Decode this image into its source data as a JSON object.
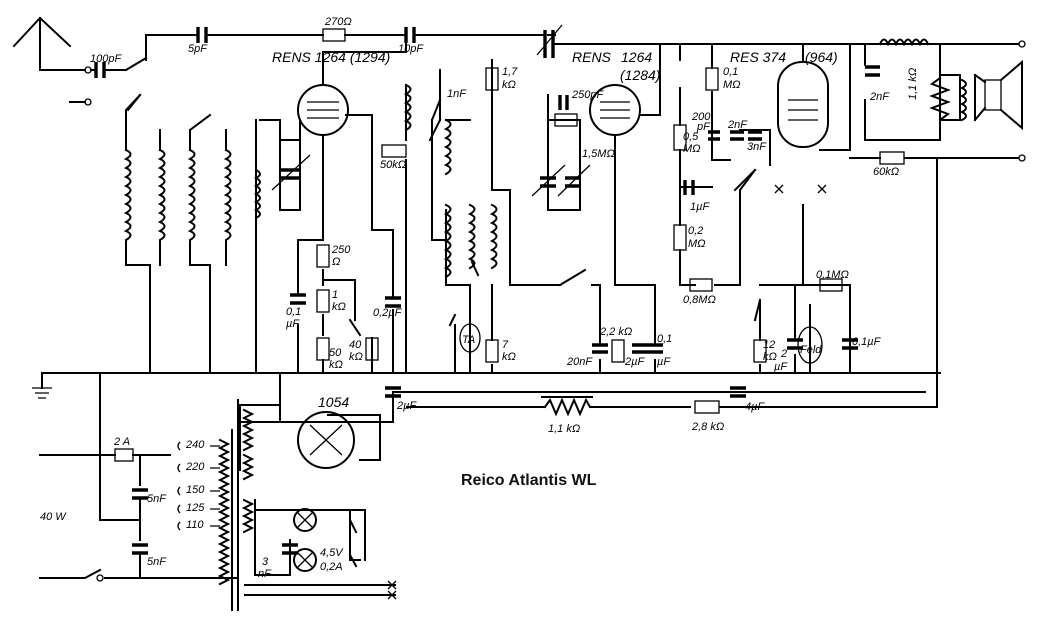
{
  "title": "Reico Atlantis WL",
  "tubes": {
    "v1": "RENS 1264 (1294)",
    "v2_a": "RENS",
    "v2_b": "1264",
    "v2_c": "(1284)",
    "v3_a": "RES 374",
    "v3_b": "(964)",
    "rect": "1054"
  },
  "values": {
    "c100p": "100pF",
    "c5p": "5pF",
    "r270": "270Ω",
    "c10p": "10pF",
    "r17k": "1,7",
    "r17k_u": "kΩ",
    "c1n_a": "1nF",
    "c250p": "250pF",
    "r15m": "1,5MΩ",
    "r01m": "0,1",
    "r01m_u": "MΩ",
    "c200p": "200",
    "c200p_u": "pF",
    "r05m": "0,5",
    "r05m_u": "MΩ",
    "c2n_a": "2nF",
    "c3n_a": "3nF",
    "c1u": "1µF",
    "r02m": "0,2",
    "r02m_u": "MΩ",
    "r50k_a": "50kΩ",
    "r250": "250",
    "r250_u": "Ω",
    "c01_a": "0,1",
    "c01_a_u": "µF",
    "r1k": "1",
    "r1k_u": "kΩ",
    "r40k": "40",
    "r40k_u": "kΩ",
    "r50k_b": "50",
    "r50k_b_u": "kΩ",
    "c02": "0,2µF",
    "ta": "TA",
    "r7k": "7",
    "r7k_u": "kΩ",
    "r22k": "2,2 kΩ",
    "c20n": "20nF",
    "c2u_a": "2µF",
    "c01_b": "0,1",
    "c01_b_u": "µF",
    "r08m": "0,8MΩ",
    "r12k": "12",
    "r12k_u": "kΩ",
    "c2u_b": "2",
    "c2u_b_u": "µF",
    "feld": "Feld",
    "r01m_b": "0,1MΩ",
    "c01_c": "0,1µF",
    "c2n_b": "2nF",
    "r11k": "1,1 kΩ",
    "r11k_u": "",
    "r60k": "60kΩ",
    "c2u_c": "2µF",
    "r11k_b": "1,1 kΩ",
    "r28k": "2,8 kΩ",
    "c4u": "4µF",
    "fuse": "2 A",
    "t240": "240",
    "t220": "220",
    "t150": "150",
    "t125": "125",
    "t110": "110",
    "c5n_a": "5nF",
    "c5n_b": "5nF",
    "power": "40 W",
    "c3n_b": "3",
    "c3n_b_u": "nF",
    "lamp_a": "4,5V",
    "lamp_b": "0,2A"
  }
}
